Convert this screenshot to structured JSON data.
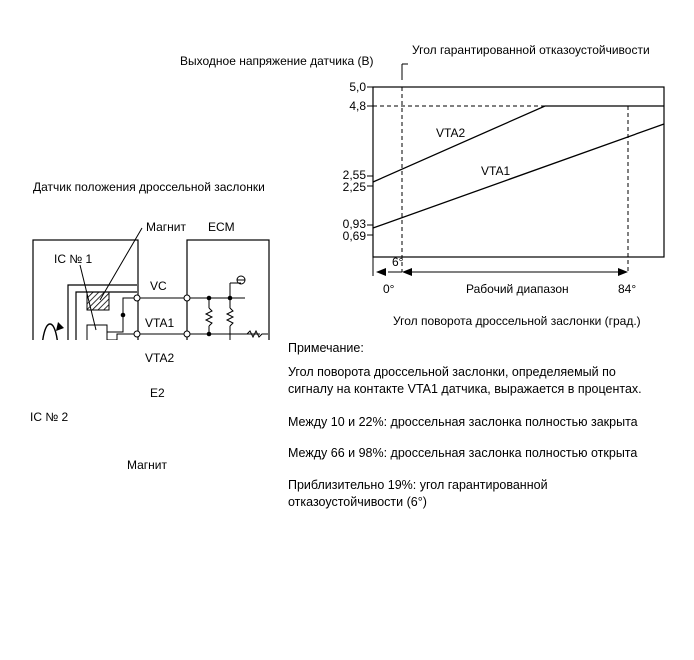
{
  "chart": {
    "ylabel": "Выходное напряжение датчика (В)",
    "fail_safe_label": "Угол гарантированной отказоустойчивости",
    "y_ticks": [
      "5,0",
      "4,8",
      "2,55",
      "2,25",
      "0,93",
      "0,69"
    ],
    "x_ticks": [
      "0°",
      "84°"
    ],
    "fail_safe_tick": "6°",
    "operating_range": "Рабочий диапазон",
    "xlabel": "Угол поворота дроссельной заслонки (град.)",
    "series_labels": [
      "VTA2",
      "VTA1"
    ]
  },
  "chart_data": {
    "type": "line",
    "xlabel": "Угол поворота дроссельной заслонки (град.)",
    "ylabel": "Выходное напряжение датчика (В)",
    "series": [
      {
        "name": "VTA2",
        "points": [
          [
            0,
            2.25
          ],
          [
            55,
            4.8
          ],
          [
            90,
            4.8
          ]
        ]
      },
      {
        "name": "VTA1",
        "points": [
          [
            0,
            0.69
          ],
          [
            90,
            4.2
          ]
        ]
      }
    ],
    "reference_lines": {
      "x": [
        6,
        84
      ],
      "y": [
        4.8
      ]
    },
    "ylim": [
      0,
      5.0
    ]
  },
  "circuit": {
    "title": "Датчик положения дроссельной заслонки",
    "magnet_top": "Магнит",
    "magnet_bottom": "Магнит",
    "ecm": "ECM",
    "ic1": "IC № 1",
    "ic2": "IC № 2",
    "wires": [
      "VC",
      "VTA1",
      "VTA2",
      "E2"
    ]
  },
  "notes": {
    "heading": "Примечание:",
    "p1_line1": "Угол поворота дроссельной заслонки, определяемый по",
    "p1_line2": "сигналу на контакте VTA1 датчика, выражается в процентах.",
    "p2": "Между 10 и 22%: дроссельная заслонка полностью закрыта",
    "p3": "Между 66 и 98%: дроссельная заслонка полностью открыта",
    "p4_line1": "Приблизительно 19%: угол гарантированной",
    "p4_line2": "отказоустойчивости (6°)"
  }
}
